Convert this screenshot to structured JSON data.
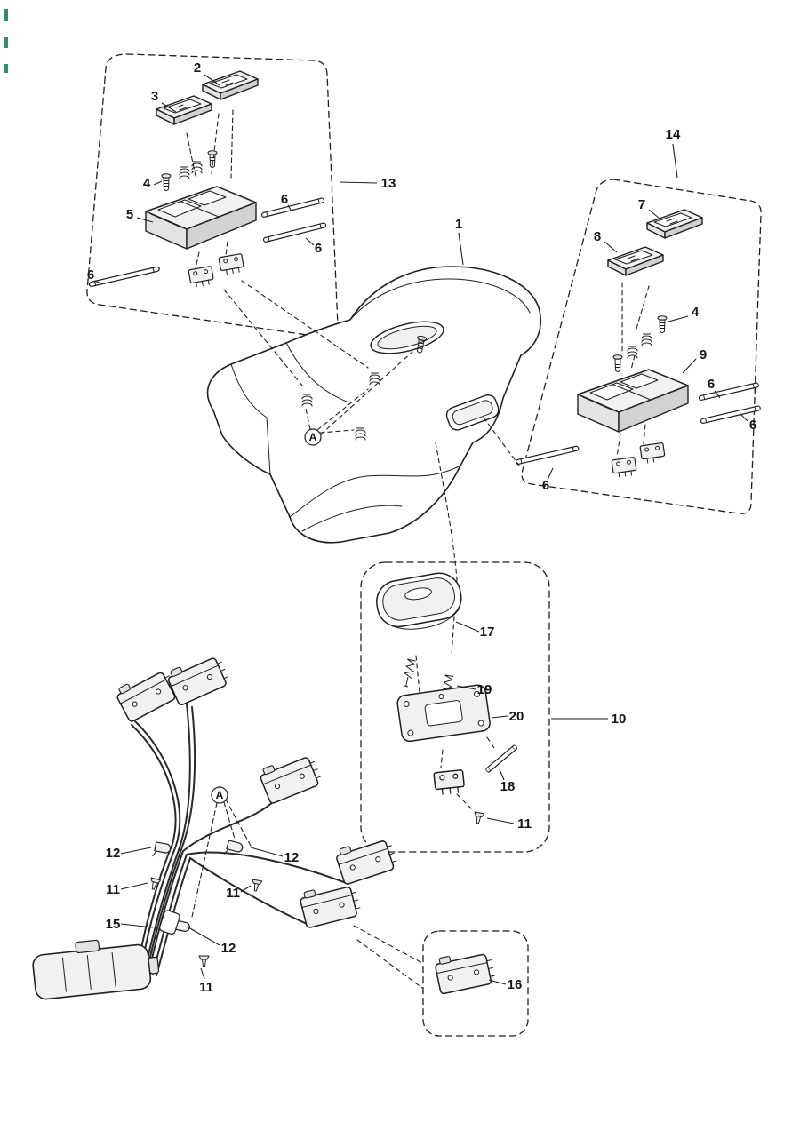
{
  "figure": {
    "type": "exploded-parts-diagram",
    "background": "#ffffff",
    "line_color": "#1f1f1f"
  },
  "labels": {
    "p1": "1",
    "p2": "2",
    "p3": "3",
    "p4": "4",
    "p5": "5",
    "p6": "6",
    "p7": "7",
    "p8": "8",
    "p9": "9",
    "p10": "10",
    "p11": "11",
    "p12": "12",
    "p13": "13",
    "p14": "14",
    "p15": "15",
    "p16": "16",
    "p17": "17",
    "p18": "18",
    "p19": "19",
    "p20": "20",
    "ref_a": "A"
  }
}
